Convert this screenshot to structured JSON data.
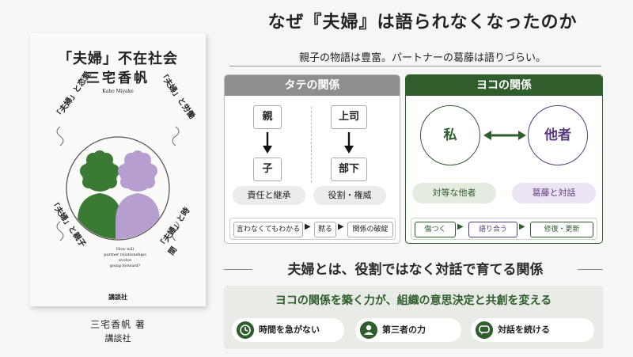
{
  "book": {
    "title": "「夫婦」不在社会",
    "author": "三宅香帆",
    "author_romaji": "Kaho Miyake",
    "side_top_left": "「夫婦」と恋愛",
    "side_top_right": "「夫婦」と労働",
    "side_bottom_left": "「夫婦」と親子",
    "side_bottom_right": "「夫婦」と時間",
    "english_text": [
      "How will",
      "partner relationships",
      "evolve",
      "going forward?"
    ],
    "publisher_on_cover": "講談社",
    "colors": {
      "left_figure": "#3b7a34",
      "right_figure": "#b79ed0"
    }
  },
  "below_book": {
    "author_line": "三宅香帆 著",
    "publisher": "講談社"
  },
  "header": {
    "title": "なぜ『夫婦』は語られなくなったのか",
    "subtitle": "親子の物語は豊富。パートナーの葛藤は語りづらい。"
  },
  "vertical": {
    "heading": "タテの関係",
    "pair1": {
      "top": "親",
      "bottom": "子"
    },
    "pair2": {
      "top": "上司",
      "bottom": "部下"
    },
    "tags": [
      "責任と継承",
      "役割・権威"
    ],
    "chain": [
      "言わなくてもわかる",
      "黙る",
      "関係の破綻"
    ]
  },
  "horizontal": {
    "heading": "ヨコの関係",
    "self": "私",
    "other": "他者",
    "tags": [
      "対等な他者",
      "葛藤と対話"
    ],
    "chain": [
      "傷つく",
      "語り合う",
      "修復・更新"
    ]
  },
  "section": {
    "title": "夫婦とは、役割ではなく対話で育てる関係"
  },
  "bottom": {
    "title": "ヨコの関係を築く力が、組織の意思決定と共創を変える",
    "features": [
      {
        "icon": "clock-icon",
        "label": "時間を急がない"
      },
      {
        "icon": "person-icon",
        "label": "第三者の力"
      },
      {
        "icon": "speech-bubble-icon",
        "label": "対話を続ける"
      }
    ]
  },
  "colors": {
    "accent_green": "#2f5d2c",
    "gray_heading": "#8e8e8e",
    "light_green": "#e4ecdf",
    "light_purple": "#ece4f2",
    "purple": "#5a3a7e"
  }
}
